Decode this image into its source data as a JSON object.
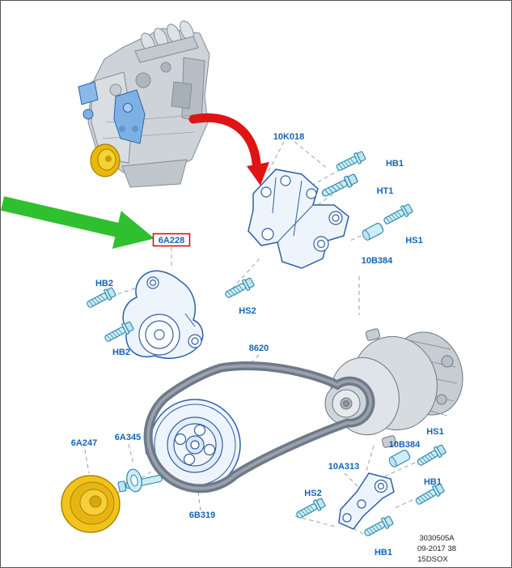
{
  "callouts": {
    "bracket_upper": "10K018",
    "hb1_top": "HB1",
    "ht1": "HT1",
    "hs1_upper": "HS1",
    "spacer_upper": "10B384",
    "hs2_upper": "HS2",
    "tensioner": "6A228",
    "hb2_upper": "HB2",
    "hb2_lower": "HB2",
    "belt": "8620",
    "pulley_yellow": "6A247",
    "spacer_pulley": "6A345",
    "pulley_crank": "6B319",
    "bracket_lower": "10A313",
    "hs2_lower": "HS2",
    "hb1_lower_left": "HB1",
    "spacer_lower": "10B384",
    "hs1_lower": "HS1",
    "hb1_lower_right": "HB1"
  },
  "footer": {
    "code": "3030505A",
    "date": "09-2017 38",
    "catalog": "15DSOX"
  },
  "colors": {
    "label_blue": "#1663b5",
    "highlight_red": "#e10000",
    "arrow_green": "#2fc02f",
    "arrow_red": "#e01414",
    "part_blue": "#2d5fa8",
    "fastener_fill": "#cdeef6",
    "fastener_stroke": "#2e86ad",
    "pulley_yellow": "#f2c31c",
    "belt_gray": "#6f7987"
  }
}
